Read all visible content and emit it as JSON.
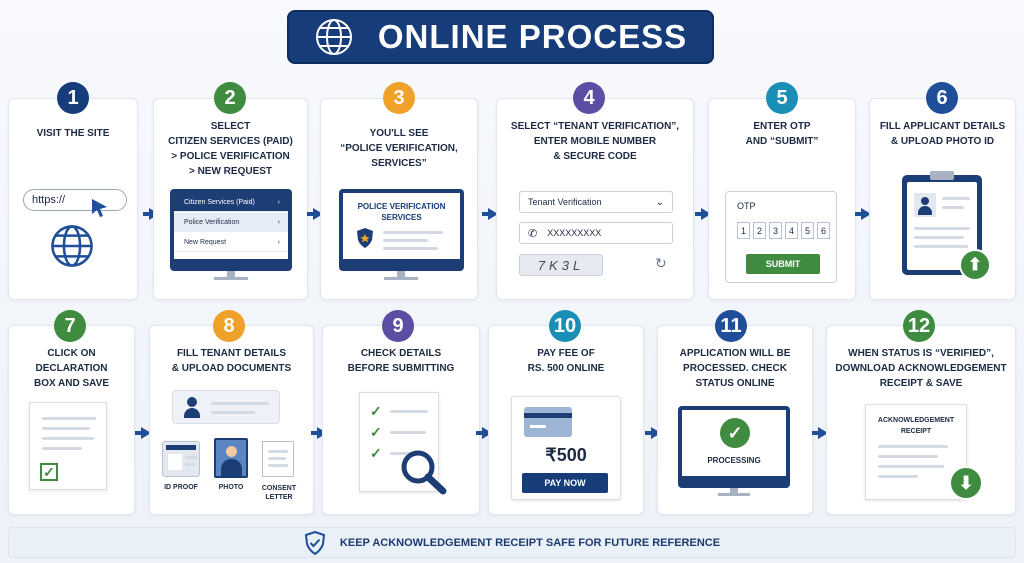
{
  "header": {
    "title": "ONLINE PROCESS",
    "icon": "globe-icon"
  },
  "colors": {
    "navy": "#163c7a",
    "blue": "#1f4f98",
    "green": "#3f8b3f",
    "orange": "#f0a12a",
    "purple": "#5b4ea3",
    "teal": "#1a8fb5"
  },
  "steps": [
    {
      "num": "1",
      "label": "VISIT THE SITE",
      "url": "https://"
    },
    {
      "num": "2",
      "label": "SELECT\nCITIZEN SERVICES (PAID)\n> POLICE VERIFICATION\n> NEW REQUEST",
      "menu": [
        "Citizen Services (Paid)",
        "Police Verification",
        "New Request"
      ]
    },
    {
      "num": "3",
      "label": "YOU'LL SEE\n“POLICE VERIFICATION,\nSERVICES”",
      "screen_title": "POLICE VERIFICATION\nSERVICES"
    },
    {
      "num": "4",
      "label": "SELECT “TENANT VERIFICATION”,\nENTER MOBILE NUMBER\n& SECURE CODE",
      "select_value": "Tenant Verification",
      "mobile": "XXXXXXXXX",
      "captcha": "7K3L"
    },
    {
      "num": "5",
      "label": "ENTER OTP\nAND “SUBMIT”",
      "otp_label": "OTP",
      "otp_digits": [
        "1",
        "2",
        "3",
        "4",
        "5",
        "6"
      ],
      "submit": "SUBMIT"
    },
    {
      "num": "6",
      "label": "FILL APPLICANT DETAILS\n& UPLOAD PHOTO ID"
    },
    {
      "num": "7",
      "label": "CLICK ON\nDECLARATION\nBOX AND SAVE"
    },
    {
      "num": "8",
      "label": "FILL TENANT DETAILS\n& UPLOAD DOCUMENTS",
      "docs": [
        "ID PROOF",
        "PHOTO",
        "CONSENT\nLETTER"
      ]
    },
    {
      "num": "9",
      "label": "CHECK DETAILS\nBEFORE SUBMITTING"
    },
    {
      "num": "10",
      "label": "PAY FEE OF\nRS. 500 ONLINE",
      "amount": "₹500",
      "pay": "PAY NOW"
    },
    {
      "num": "11",
      "label": "APPLICATION WILL BE\nPROCESSED. CHECK\nSTATUS ONLINE",
      "status": "PROCESSING"
    },
    {
      "num": "12",
      "label": "WHEN STATUS IS “VERIFIED”,\nDOWNLOAD ACKNOWLEDGEMENT\nRECEIPT & SAVE",
      "receipt": "ACKNOWLEDGEMENT\nRECEIPT"
    }
  ],
  "footer": {
    "text": "KEEP ACKNOWLEDGEMENT RECEIPT SAFE FOR FUTURE REFERENCE"
  }
}
